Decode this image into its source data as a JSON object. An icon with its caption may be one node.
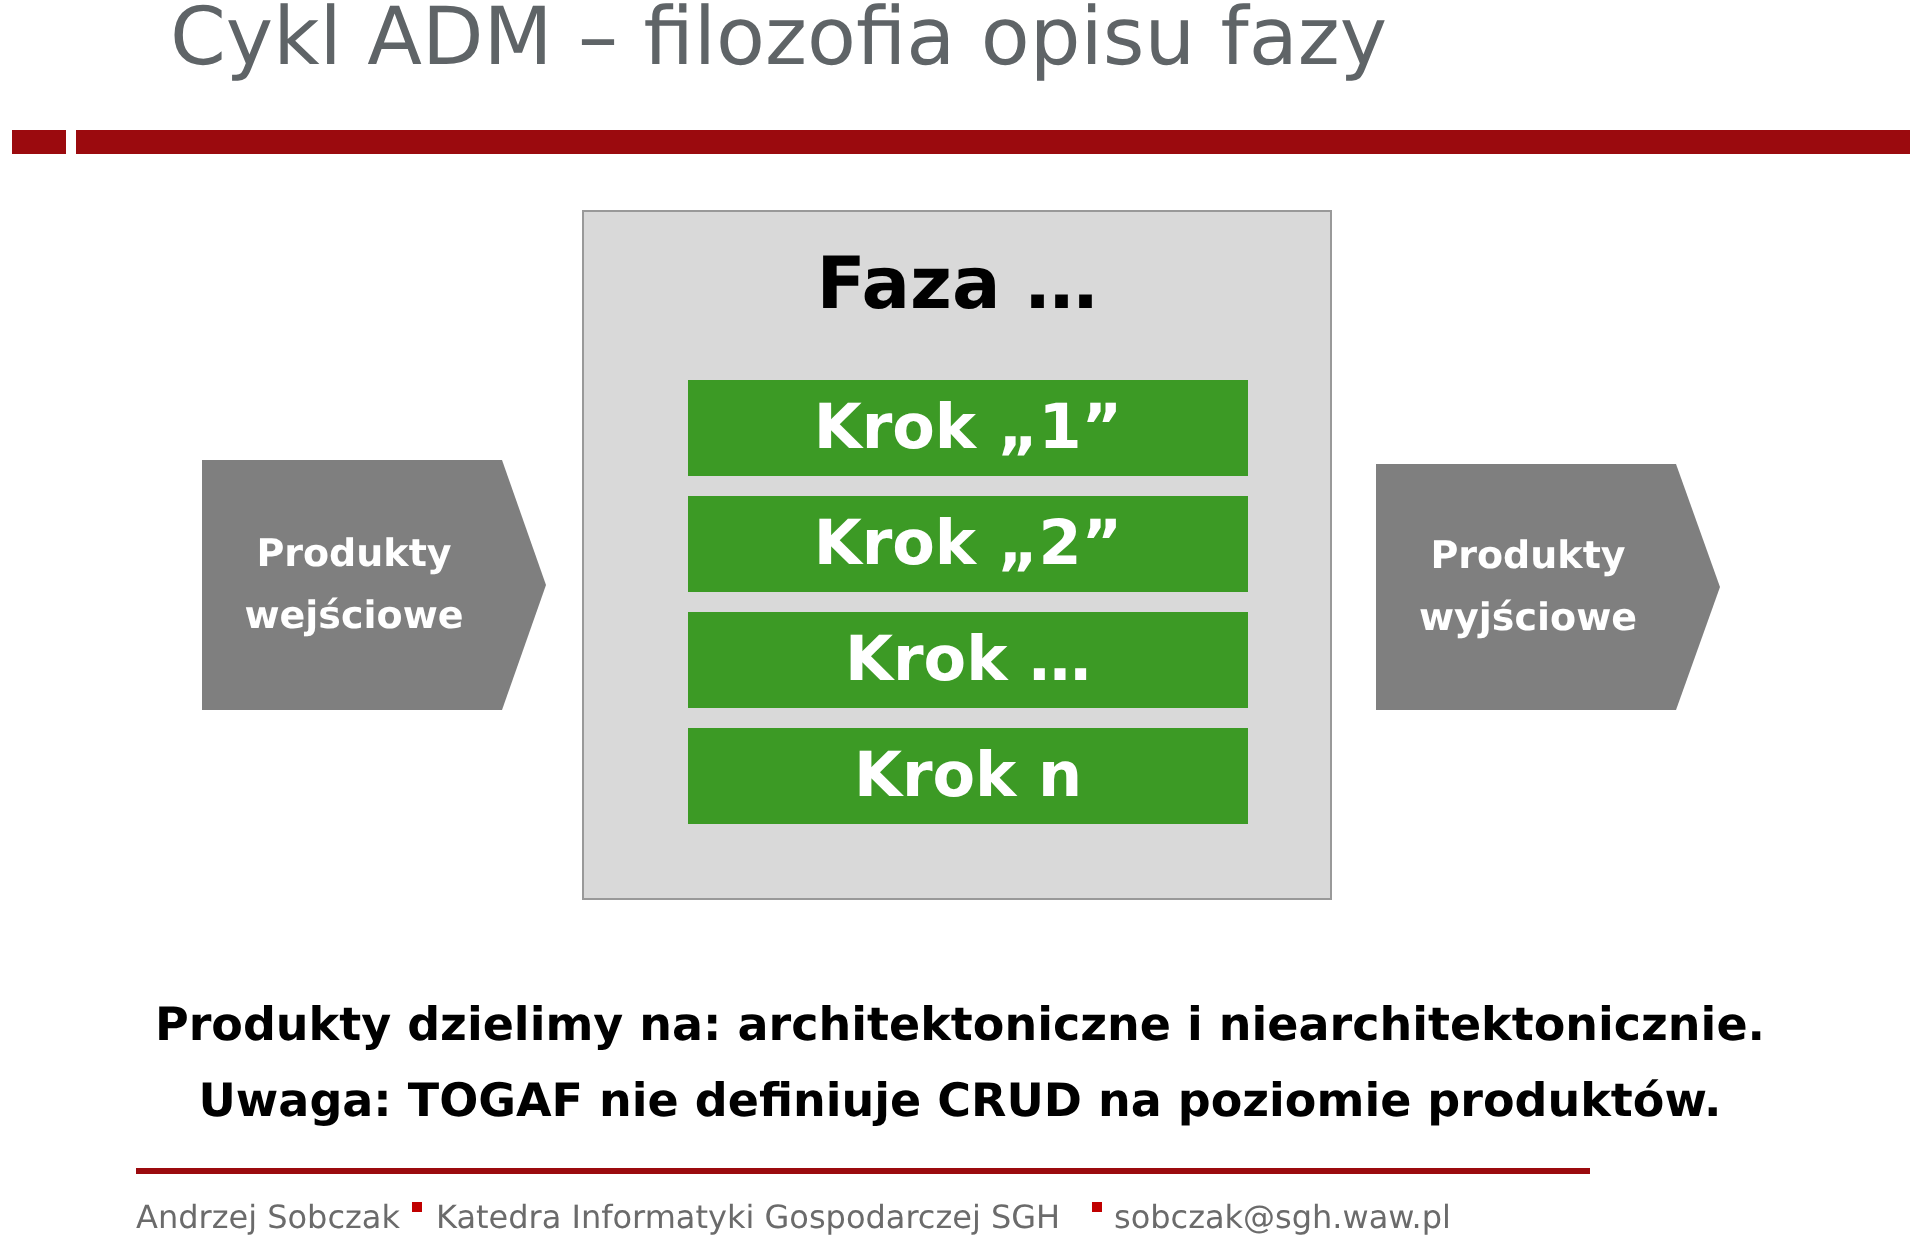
{
  "diagram": {
    "title": "Cykl ADM – filozofia opisu fazy",
    "nodes": [
      {
        "text": [
          "Produkty wejściowe"
        ]
      },
      {
        "text": [
          "Faza …"
        ]
      },
      {
        "text": [
          "Krok „1”"
        ],
        "in": 1
      },
      {
        "text": [
          "Krok „2”"
        ],
        "in": 1
      },
      {
        "text": [
          "Krok …"
        ],
        "in": 1
      },
      {
        "text": [
          "Krok n"
        ],
        "in": 1
      },
      {
        "text": [
          "Produkty wyjściowe"
        ]
      }
    ],
    "labels": [
      "Produkty dzielimy na: architektoniczne i niearchitektonicznie.",
      "Uwaga: TOGAF nie definiuje CRUD na poziomie produktów.",
      "Andrzej Sobczak",
      "Katedra Informatyki Gospodarczej SGH",
      "sobczak@sgh.waw.pl"
    ]
  }
}
